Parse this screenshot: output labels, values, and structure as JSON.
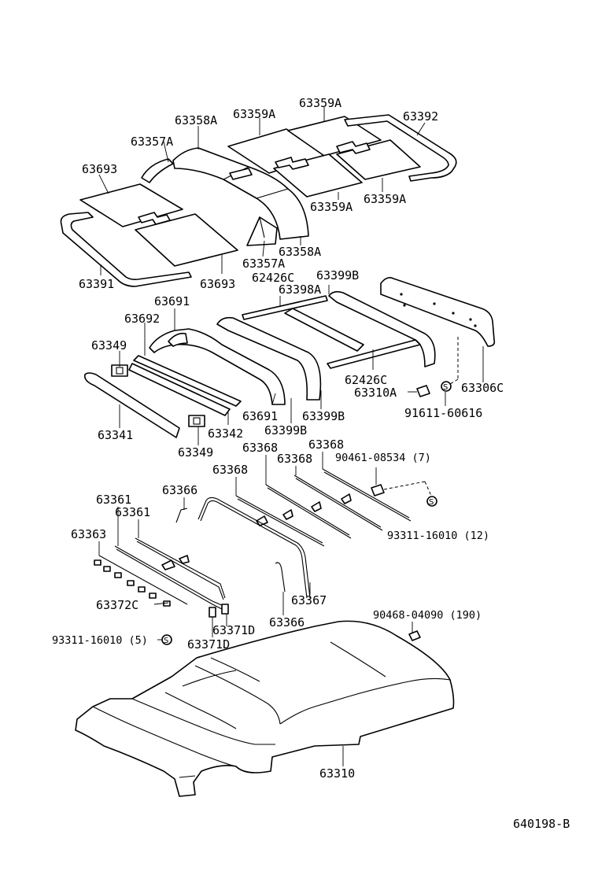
{
  "diagram": {
    "code": "640198-B",
    "labels": {
      "p63357a_1": "63357A",
      "p63358a_1": "63358A",
      "p63359a_1": "63359A",
      "p63359a_2": "63359A",
      "p63392": "63392",
      "p63693_1": "63693",
      "p63359a_3": "63359A",
      "p63359a_4": "63359A",
      "p63391": "63391",
      "p63693_2": "63693",
      "p63357a_2": "63357A",
      "p63358a_2": "63358A",
      "p62426c_1": "62426C",
      "p63399b_1": "63399B",
      "p63398a": "63398A",
      "p63691_1": "63691",
      "p63692": "63692",
      "p63349_1": "63349",
      "p62426c_2": "62426C",
      "p63310a": "63310A",
      "p63306c": "63306C",
      "p91611": "91611-60616",
      "p63341": "63341",
      "p63691_2": "63691",
      "p63399b_2": "63399B",
      "p63399b_3": "63399B",
      "p63342": "63342",
      "p63349_2": "63349",
      "p63368_1": "63368",
      "p63368_2": "63368",
      "p63368_3": "63368",
      "p63368_4": "63368",
      "p90461": "90461-08534 (7)",
      "p63361_1": "63361",
      "p63366_1": "63366",
      "p63361_2": "63361",
      "p93311_1": "93311-16010 (12)",
      "p63363": "63363",
      "p63367": "63367",
      "p63372c": "63372C",
      "p63366_2": "63366",
      "p90468": "90468-04090 (190)",
      "p93311_2": "93311-16010 (5)",
      "p63371d_1": "63371D",
      "p63371d_2": "63371D",
      "p63310": "63310"
    }
  }
}
